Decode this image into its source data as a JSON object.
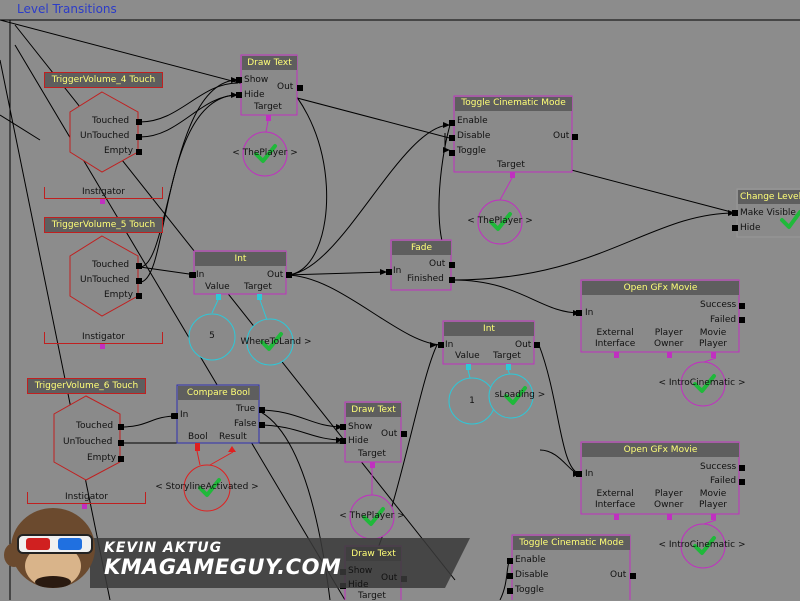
{
  "frame_title": "Level Transitions",
  "triggers": [
    {
      "title": "TriggerVolume_4 Touch",
      "outputs": [
        "Touched",
        "UnTouched",
        "Empty"
      ],
      "instigator": "Instigator"
    },
    {
      "title": "TriggerVolume_5 Touch",
      "outputs": [
        "Touched",
        "UnTouched",
        "Empty"
      ],
      "instigator": "Instigator"
    },
    {
      "title": "TriggerVolume_6 Touch",
      "outputs": [
        "Touched",
        "UnTouched",
        "Empty"
      ],
      "instigator": "Instigator"
    }
  ],
  "draw_text_1": {
    "title": "Draw Text",
    "inputs": [
      "Show",
      "Hide"
    ],
    "output": "Out",
    "var": "Target",
    "target_label": "< ThePlayer >"
  },
  "draw_text_2": {
    "title": "Draw Text",
    "inputs": [
      "Show",
      "Hide"
    ],
    "output": "Out",
    "var": "Target",
    "target_label": "< ThePlayer >"
  },
  "draw_text_3": {
    "title": "Draw Text",
    "inputs": [
      "Show",
      "Hide"
    ],
    "output": "Out",
    "var": "Target"
  },
  "toggle_cine_1": {
    "title": "Toggle Cinematic Mode",
    "inputs": [
      "Enable",
      "Disable",
      "Toggle"
    ],
    "output": "Out",
    "var": "Target",
    "target_label": "< ThePlayer >"
  },
  "toggle_cine_2": {
    "title": "Toggle Cinematic Mode",
    "inputs": [
      "Enable",
      "Disable",
      "Toggle"
    ],
    "output": "Out"
  },
  "int_1": {
    "title": "Int",
    "input": "In",
    "output": "Out",
    "vars": [
      "Value",
      "Target"
    ],
    "value": "5",
    "target_label": "WhereToLand >"
  },
  "int_2": {
    "title": "Int",
    "input": "In",
    "output": "Out",
    "vars": [
      "Value",
      "Target"
    ],
    "value": "1",
    "target_label": "sLoading >"
  },
  "fade": {
    "title": "Fade",
    "input": "In",
    "outputs": [
      "Out",
      "Finished"
    ]
  },
  "change_level": {
    "title": "Change Level",
    "inputs": [
      "Make Visible",
      "Hide"
    ]
  },
  "gfx_1": {
    "title": "Open GFx Movie",
    "input": "In",
    "outputs": [
      "Success",
      "Failed"
    ],
    "vars": [
      "External\nInterface",
      "Player\nOwner",
      "Movie\nPlayer"
    ],
    "target_label": "< IntroCinematic >"
  },
  "gfx_2": {
    "title": "Open GFx Movie",
    "input": "In",
    "outputs": [
      "Success",
      "Failed"
    ],
    "vars": [
      "External\nInterface",
      "Player\nOwner",
      "Movie\nPlayer"
    ],
    "target_label": "< IntroCinematic >"
  },
  "compare_bool": {
    "title": "Compare Bool",
    "input": "In",
    "outputs": [
      "True",
      "False"
    ],
    "vars": [
      "Bool",
      "Result"
    ],
    "target_label": "< StorylineActivated >"
  },
  "watermark": {
    "name": "KEVIN AKTUG",
    "site": "KMAGAMEGUY.COM"
  },
  "colors": {
    "background": "#8c8c8c",
    "action_border": "#c030c0",
    "event_border": "#c02020",
    "condition_border": "#3030b0",
    "var_cyan": "#2ec8d8",
    "title_text": "#ffff78"
  }
}
